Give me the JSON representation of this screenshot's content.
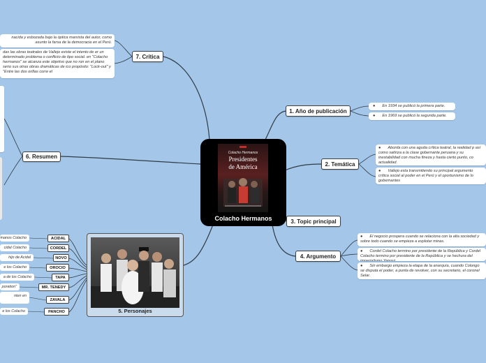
{
  "central": {
    "title": "Colacho Hermanos",
    "poster": {
      "title_line1": "Colacho Hermanos",
      "title_line2": "Presidentes",
      "title_line3": "de América"
    }
  },
  "branches": {
    "critica": {
      "label": "7. Crítica",
      "notes": [
        "nacida y esbozada bajo la óptica marxista del autor, como asunto la farsa de la democracia en el Perú.",
        "das las obras teatrales de Vallejo existe el intento de er un determinado problema o conflicto de tipo social. en \"Colacho hermanos\" se alcanza este objetivo que no ron en el plano serio sus otras obras dramáticas de ico propósito: \"Lock-out\" y \"Entre las dos orillas corre el"
      ]
    },
    "publicacion": {
      "label": "1. Año de publicación",
      "notes": [
        "En 1934 se publicó la primera parte.",
        "En 1969 se publicó la segunda parte."
      ]
    },
    "tematica": {
      "label": "2. Temática",
      "notes": [
        "Aborda con una aguda crítica teatral, la realidad p así como satiriza a la clase gobernante peruana y su inestabilidad con mucha fineza y hasta cierto punto, co actualidad.",
        "Vallejo esta transmitiendo su principal argumento crítica social al poder en el Perú y el oportunismo de lo gobernantes"
      ]
    },
    "topic": {
      "label": "3. Topic principal"
    },
    "argumento": {
      "label": "4. Argumento",
      "notes": [
        "El negocio prospera cuando se relaciona con la alta sociedad y sobre todo cuando se empieza a explotar minas.",
        "Cordel Colacho termino por presidente de la República y Cordel Colacho termino por presidente de la República y se hechura del imperialismo Yanqui.",
        "Sin embargo empieza la etapa de la anarquía, cuando Colongo se disputa el poder, a punta de revolver, con su secretario, el coronel Selar."
      ]
    },
    "resumen": {
      "label": "6. Resumen"
    },
    "personajes": {
      "label": "5. Personajes",
      "characters": [
        {
          "name": "ACIDAL",
          "desc": "rmanos Colacho"
        },
        {
          "name": "CORDEL",
          "desc": "cidal Colacho"
        },
        {
          "name": "NOVO",
          "desc": "hijo de Acidal"
        },
        {
          "name": "OROCIO",
          "desc": "e los Colacho"
        },
        {
          "name": "TAPA",
          "desc": "a de los Colacho"
        },
        {
          "name": "MR. TENEDY",
          "desc": "poration\""
        },
        {
          "name": "ZAVALA",
          "desc": "nten en"
        },
        {
          "name": "PANCHO",
          "desc": "e los Colacho"
        }
      ]
    }
  },
  "colors": {
    "background": "#a3c6e9",
    "link": "#2f3b45",
    "node_border": "#3f3f3f",
    "central_bg": "#000000"
  }
}
